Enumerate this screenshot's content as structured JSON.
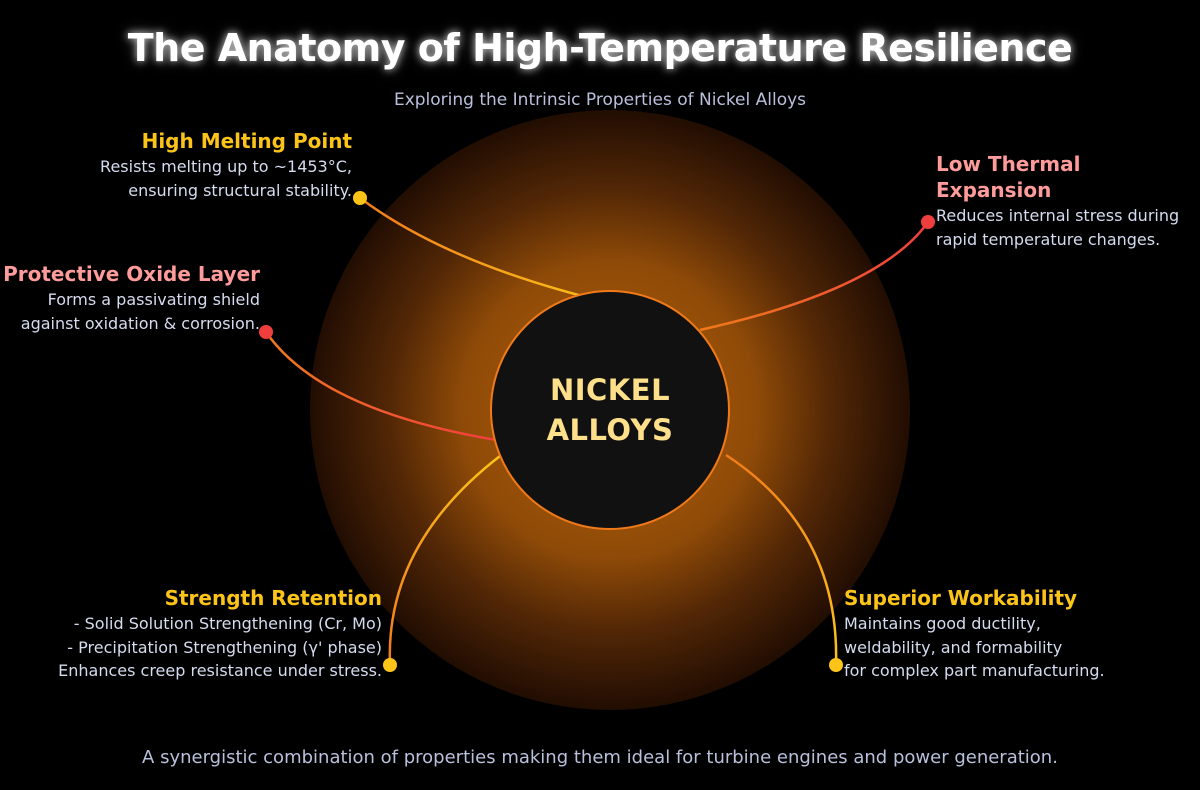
{
  "header": {
    "title": "The Anatomy of High-Temperature Resilience",
    "subtitle": "Exploring the Intrinsic Properties of Nickel Alloys"
  },
  "hub": {
    "line1": "NICKEL",
    "line2": "ALLOYS",
    "border_color": "#f07a1a",
    "text_color": "#ffe08a"
  },
  "nodes": [
    {
      "id": "high-melting-point",
      "title": "High Melting Point",
      "title_color": "#fcc419",
      "lines": [
        "Resists melting up to ~1453°C,",
        "ensuring structural stability."
      ],
      "dot_color": "#fcc419"
    },
    {
      "id": "low-thermal-expansion",
      "title": "Low Thermal Expansion",
      "title_color": "#ff9b9b",
      "lines": [
        "Reduces internal stress during",
        "rapid temperature changes."
      ],
      "dot_color": "#f03e3e"
    },
    {
      "id": "protective-oxide-layer",
      "title": "Protective Oxide Layer",
      "title_color": "#ff9b9b",
      "lines": [
        "Forms a passivating shield",
        "against oxidation & corrosion."
      ],
      "dot_color": "#f03e3e"
    },
    {
      "id": "strength-retention",
      "title": "Strength Retention",
      "title_color": "#fcc419",
      "lines": [
        "- Solid Solution Strengthening (Cr, Mo)",
        "- Precipitation Strengthening (γ' phase)",
        "Enhances creep resistance under stress."
      ],
      "dot_color": "#fcc419"
    },
    {
      "id": "superior-workability",
      "title": "Superior Workability",
      "title_color": "#fcc419",
      "lines": [
        "Maintains good ductility,",
        "weldability, and formability",
        "for complex part manufacturing."
      ],
      "dot_color": "#fcc419"
    }
  ],
  "footer": {
    "text": "A synergistic combination of properties making them ideal for turbine engines and power generation."
  },
  "colors": {
    "background": "#000000",
    "accent_orange": "#f07a1a",
    "accent_yellow": "#fcc419",
    "accent_red": "#f03e3e"
  }
}
